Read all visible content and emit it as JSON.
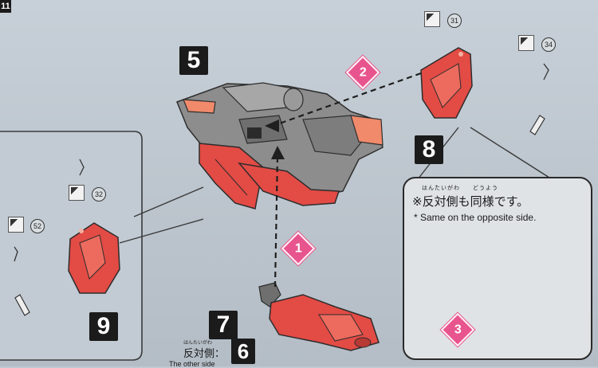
{
  "page_number": "11",
  "parts": {
    "p5": "5",
    "p6": "6",
    "p7": "7",
    "p8": "8",
    "p9": "9"
  },
  "steps": {
    "s1": "1",
    "s2": "2",
    "s3": "3"
  },
  "badges": {
    "b31": "31",
    "b34": "34",
    "b32": "32",
    "b52": "52"
  },
  "callout": {
    "ruby": "はんたいがわ　　どうよう",
    "jp": "※反対側も同様です。",
    "en": "* Same on the opposite side."
  },
  "other_side": {
    "ruby": "はんたいがわ",
    "jp": "反対側：",
    "en": "The other side"
  },
  "colors": {
    "background": "#bfc8d0",
    "part_red": "#e34b45",
    "part_gray": "#8c8c8c",
    "step_pink": "#e8548d",
    "label_black": "#1b1b1b"
  }
}
